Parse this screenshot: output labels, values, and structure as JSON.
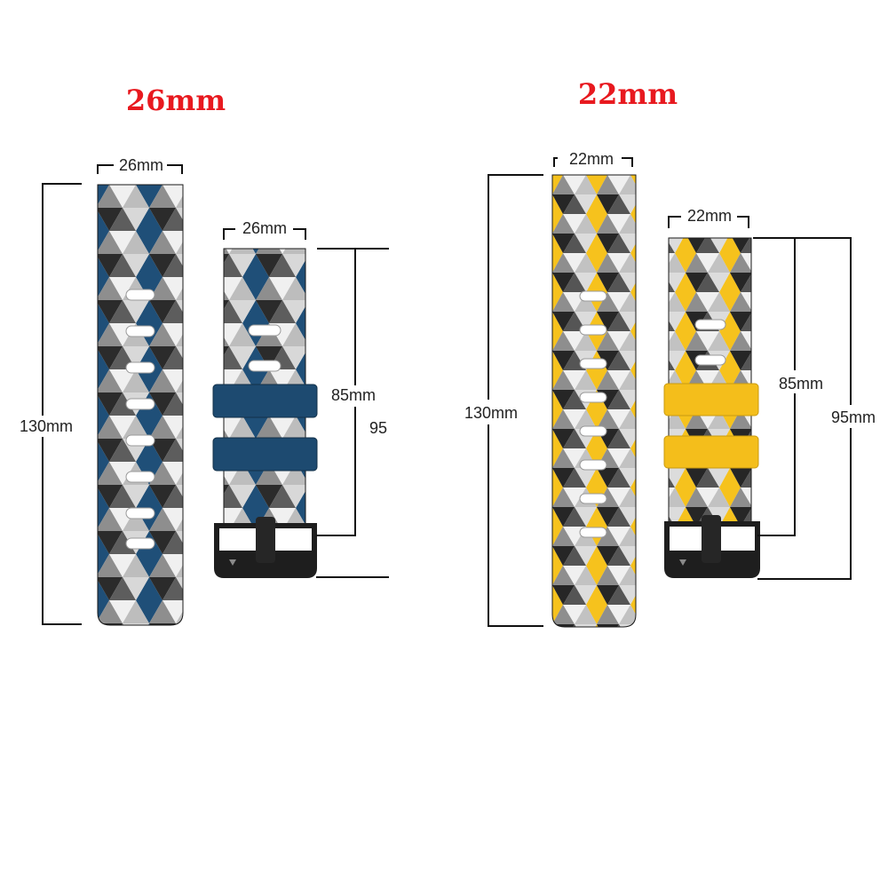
{
  "variants": [
    {
      "title": "26mm",
      "width_top": "26mm",
      "width_bottom": "26mm",
      "long_length": "130mm",
      "short_inner": "85mm",
      "short_outer": "95",
      "strap_color": "#1f4f78",
      "bar_color": "#1d4a70"
    },
    {
      "title": "22mm",
      "width_top": "22mm",
      "width_bottom": "22mm",
      "long_length": "130mm",
      "short_inner": "85mm",
      "short_outer": "95mm",
      "strap_color": "#f6c21d",
      "bar_color": "#f4be1b"
    }
  ],
  "colors": {
    "title": "#e8191f",
    "hex_white": "#f2f2f2",
    "hex_gray": "#9a9a9a",
    "hex_black": "#2a2a2a",
    "buckle": "#1e1e1e"
  }
}
